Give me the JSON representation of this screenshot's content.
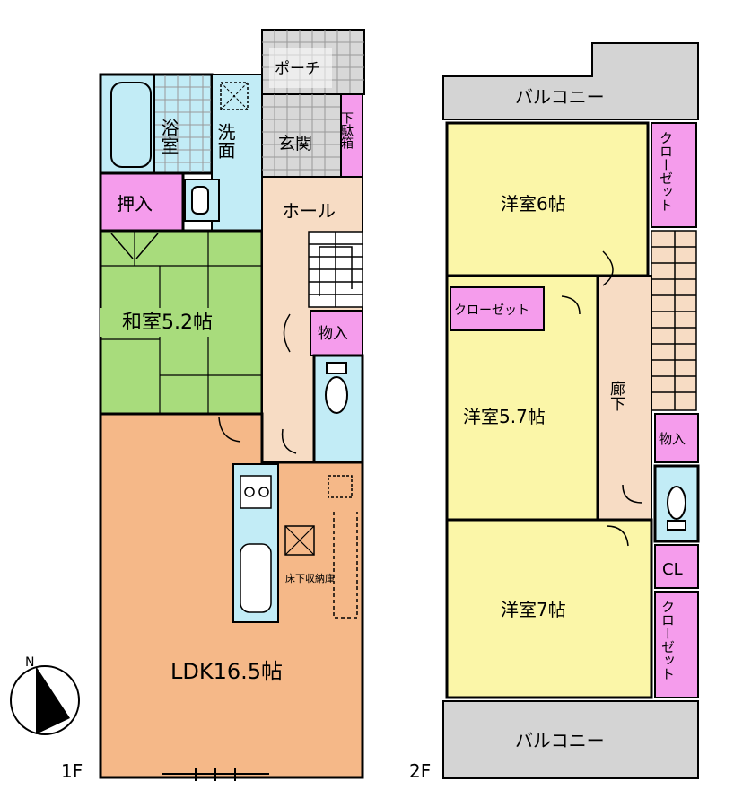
{
  "floor1": {
    "label": "1F",
    "porch": "ポーチ",
    "bath": "浴室",
    "washroom": "洗面",
    "entrance": "玄関",
    "shoe_storage": "下駄箱",
    "closet_oshiire": "押入",
    "hall": "ホール",
    "japanese_room": "和室5.2帖",
    "storage": "物入",
    "ldk": "LDK16.5帖",
    "underfloor_storage": "床下収納庫"
  },
  "floor2": {
    "label": "2F",
    "balcony_top": "バルコニー",
    "balcony_bottom": "バルコニー",
    "room_6": "洋室6帖",
    "room_57": "洋室5.7帖",
    "room_7": "洋室7帖",
    "closet_top": "クローゼット",
    "closet_mid": "クローゼット",
    "closet_bottom": "クローゼット",
    "corridor": "廊下",
    "storage": "物入",
    "cl": "CL"
  },
  "compass": {
    "north": "N"
  },
  "colors": {
    "ldk": "#f5b888",
    "japanese": "#a8dc7c",
    "western": "#fbf6a8",
    "hall": "#f7dcc4",
    "water": "#c2ecf6",
    "storage": "#f59cec",
    "balcony": "#d4d4d4",
    "grey_tile": "#d8d8d8"
  }
}
